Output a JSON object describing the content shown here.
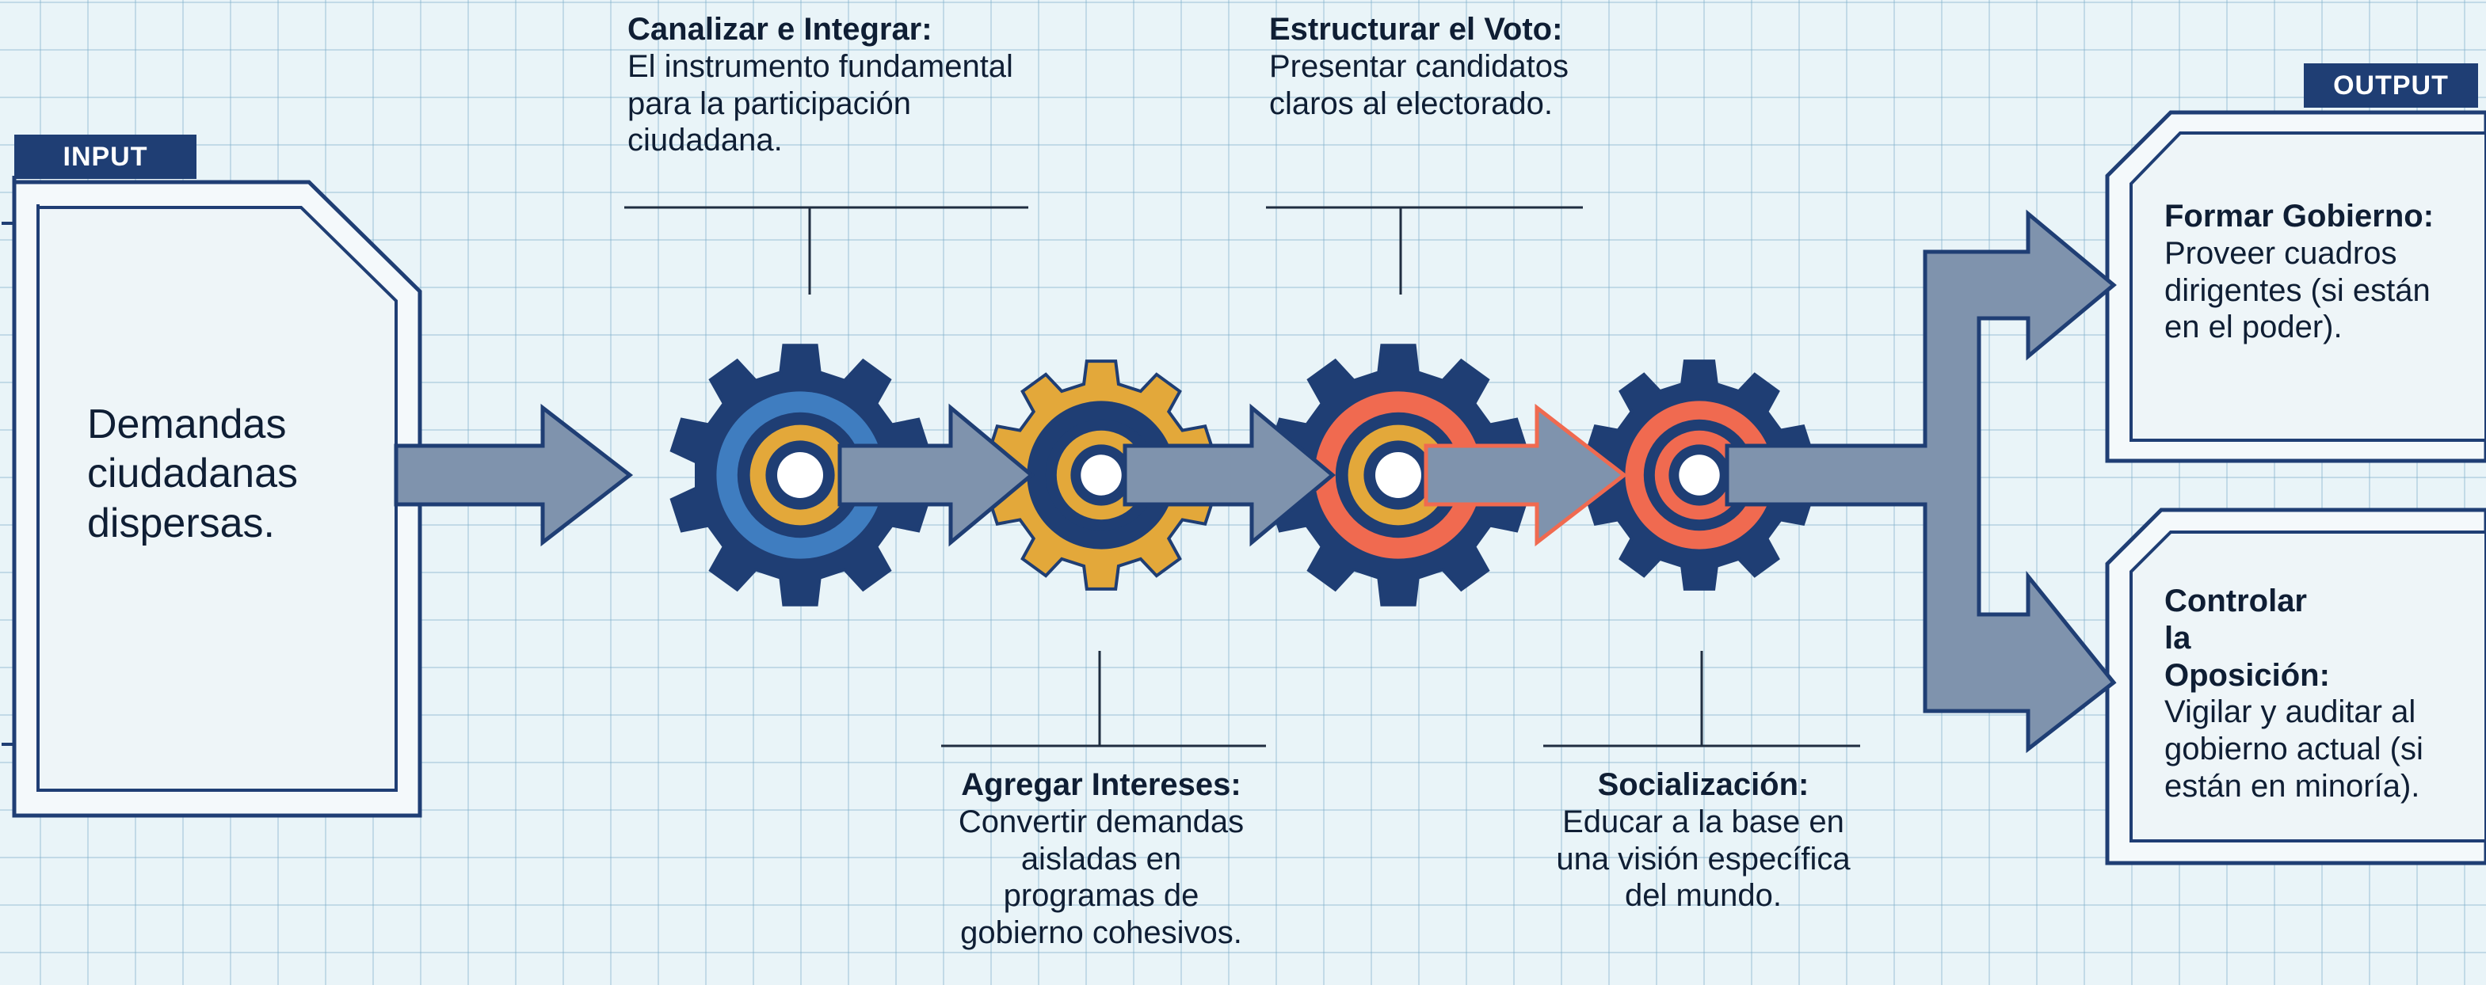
{
  "input": {
    "tag": "INPUT",
    "text": "Demandas ciudadanas dispersas."
  },
  "output": {
    "tag": "OUTPUT",
    "boxes": [
      {
        "title": "Formar Gobierno:",
        "text": "Proveer cuadros dirigentes (si están en el poder)."
      },
      {
        "title": "Controlar la Oposición:",
        "text": "Vigilar y auditar al gobierno actual (si están en minoría)."
      }
    ]
  },
  "functions": [
    {
      "title": "Canalizar e Integrar:",
      "text": "El instrumento fundamental para la participación ciudadana."
    },
    {
      "title": "Agregar Intereses:",
      "text": "Convertir demandas aisladas en programas de gobierno cohesivos."
    },
    {
      "title": "Estructurar el Voto:",
      "text": "Presentar candidatos claros al electorado."
    },
    {
      "title": "Socialización:",
      "text": "Educar a la base en una visión específica del mundo."
    }
  ],
  "gears": [
    {
      "name": "gear-canalizar",
      "body_color": "#1f3e74",
      "ring_color": "#3f7dc0",
      "inner_color": "#e3a83a"
    },
    {
      "name": "gear-agregar",
      "body_color": "#e3a83a",
      "ring_color": "#1f3e74",
      "inner_color": "#e3a83a"
    },
    {
      "name": "gear-estructurar",
      "body_color": "#1f3e74",
      "ring_color": "#f06a50",
      "inner_color": "#e3a83a"
    },
    {
      "name": "gear-socializacion",
      "body_color": "#1f3e74",
      "ring_color": "#f06a50",
      "inner_color": "#f06a50"
    }
  ],
  "colors": {
    "navy": "#1f3e74",
    "blue": "#3f7dc0",
    "gold": "#e3a83a",
    "coral": "#f06a50",
    "arrow_fill": "#7f93ad",
    "grid_background": "#e9f4f8"
  }
}
